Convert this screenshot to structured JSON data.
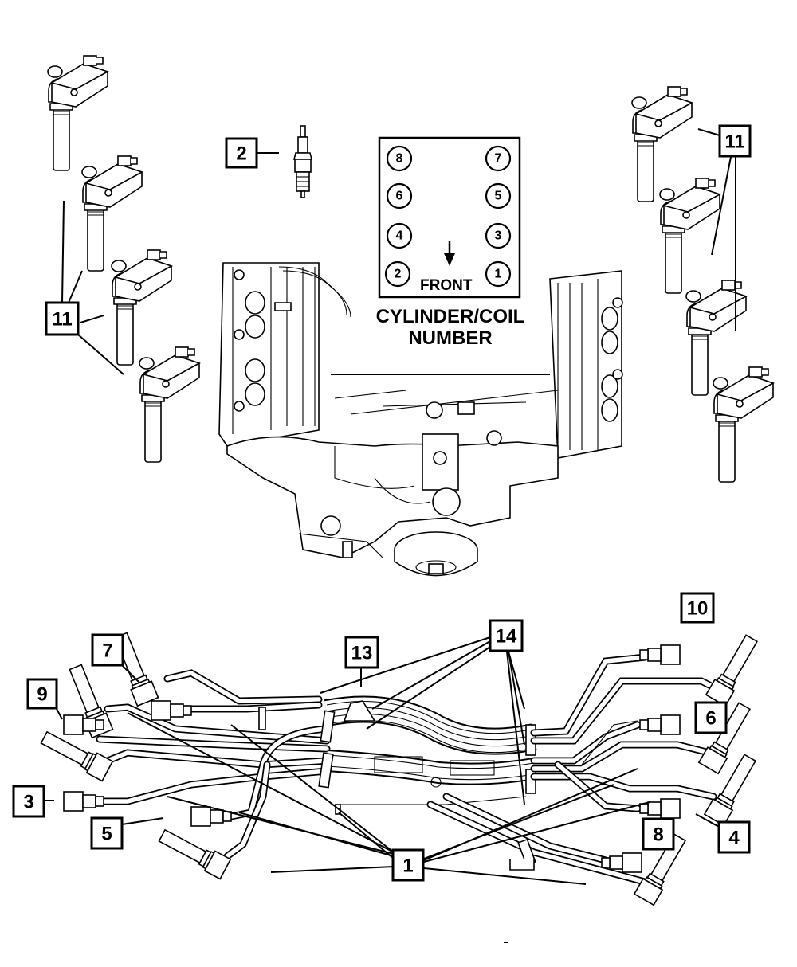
{
  "diagram": {
    "title": "Ignition coils, spark plug and spark plug cables parts diagram",
    "cylinder_map": {
      "heading_line1": "CYLINDER/COIL",
      "heading_line2": "NUMBER",
      "front_label": "FRONT",
      "left_bank": [
        "8",
        "6",
        "4",
        "2"
      ],
      "right_bank": [
        "7",
        "5",
        "3",
        "1"
      ]
    },
    "callouts": {
      "spark_plug": "2",
      "coil_left": "11",
      "coil_right": "11",
      "harness_overall": "10",
      "cable_7": "7",
      "cable_9": "9",
      "cable_3": "3",
      "cable_5": "5",
      "cable_6": "6",
      "cable_4": "4",
      "cable_8": "8",
      "cable_1": "1",
      "bracket_13": "13",
      "retainer_14": "14"
    }
  }
}
